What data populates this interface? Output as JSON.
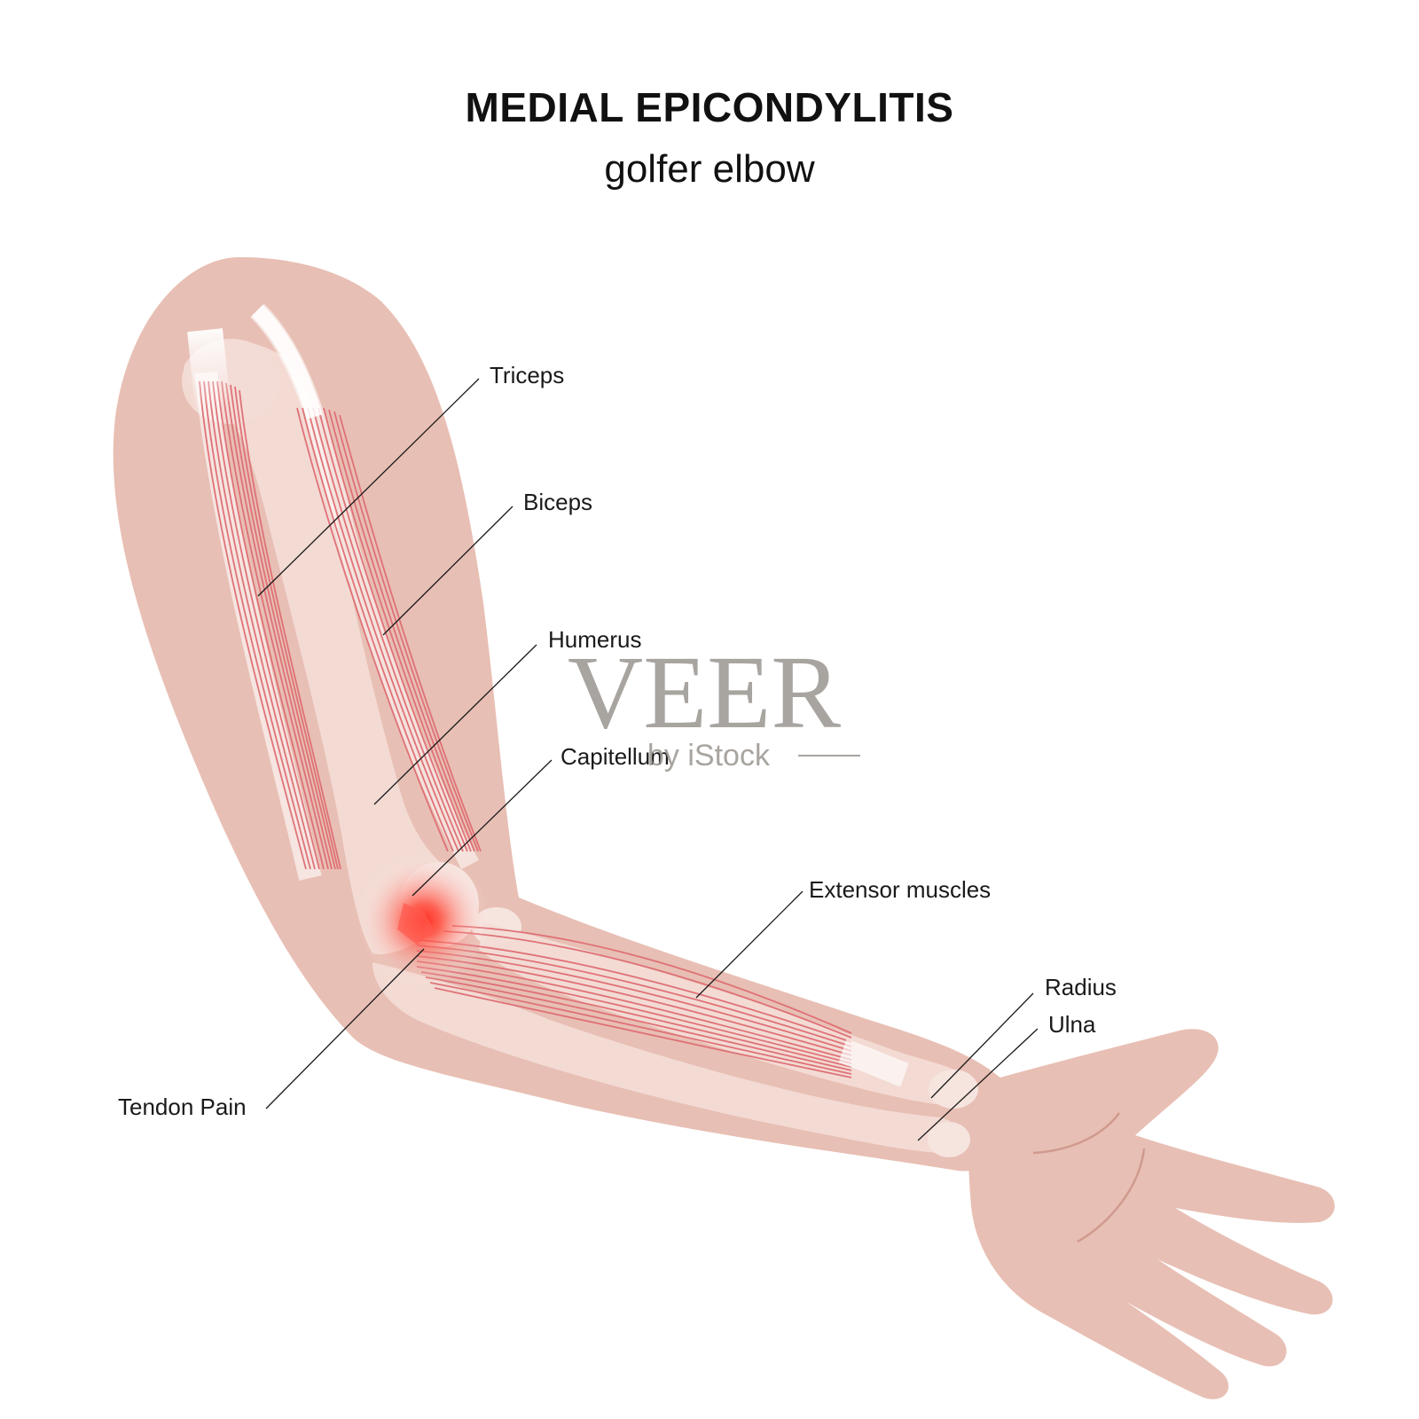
{
  "header": {
    "title": "MEDIAL EPICONDYLITIS",
    "subtitle": "golfer elbow"
  },
  "labels": {
    "triceps": "Triceps",
    "biceps": "Biceps",
    "humerus": "Humerus",
    "capitellum": "Capitellum",
    "extensor": "Extensor muscles",
    "radius": "Radius",
    "ulna": "Ulna",
    "tendon_pain": "Tendon Pain"
  },
  "watermark": {
    "brand": "VEER",
    "byline": "by iStock"
  },
  "colors": {
    "skin": "#e8bfb4",
    "bone": "#f3dcd6",
    "muscle": "#de6d73",
    "pain": "#ff3b30"
  }
}
